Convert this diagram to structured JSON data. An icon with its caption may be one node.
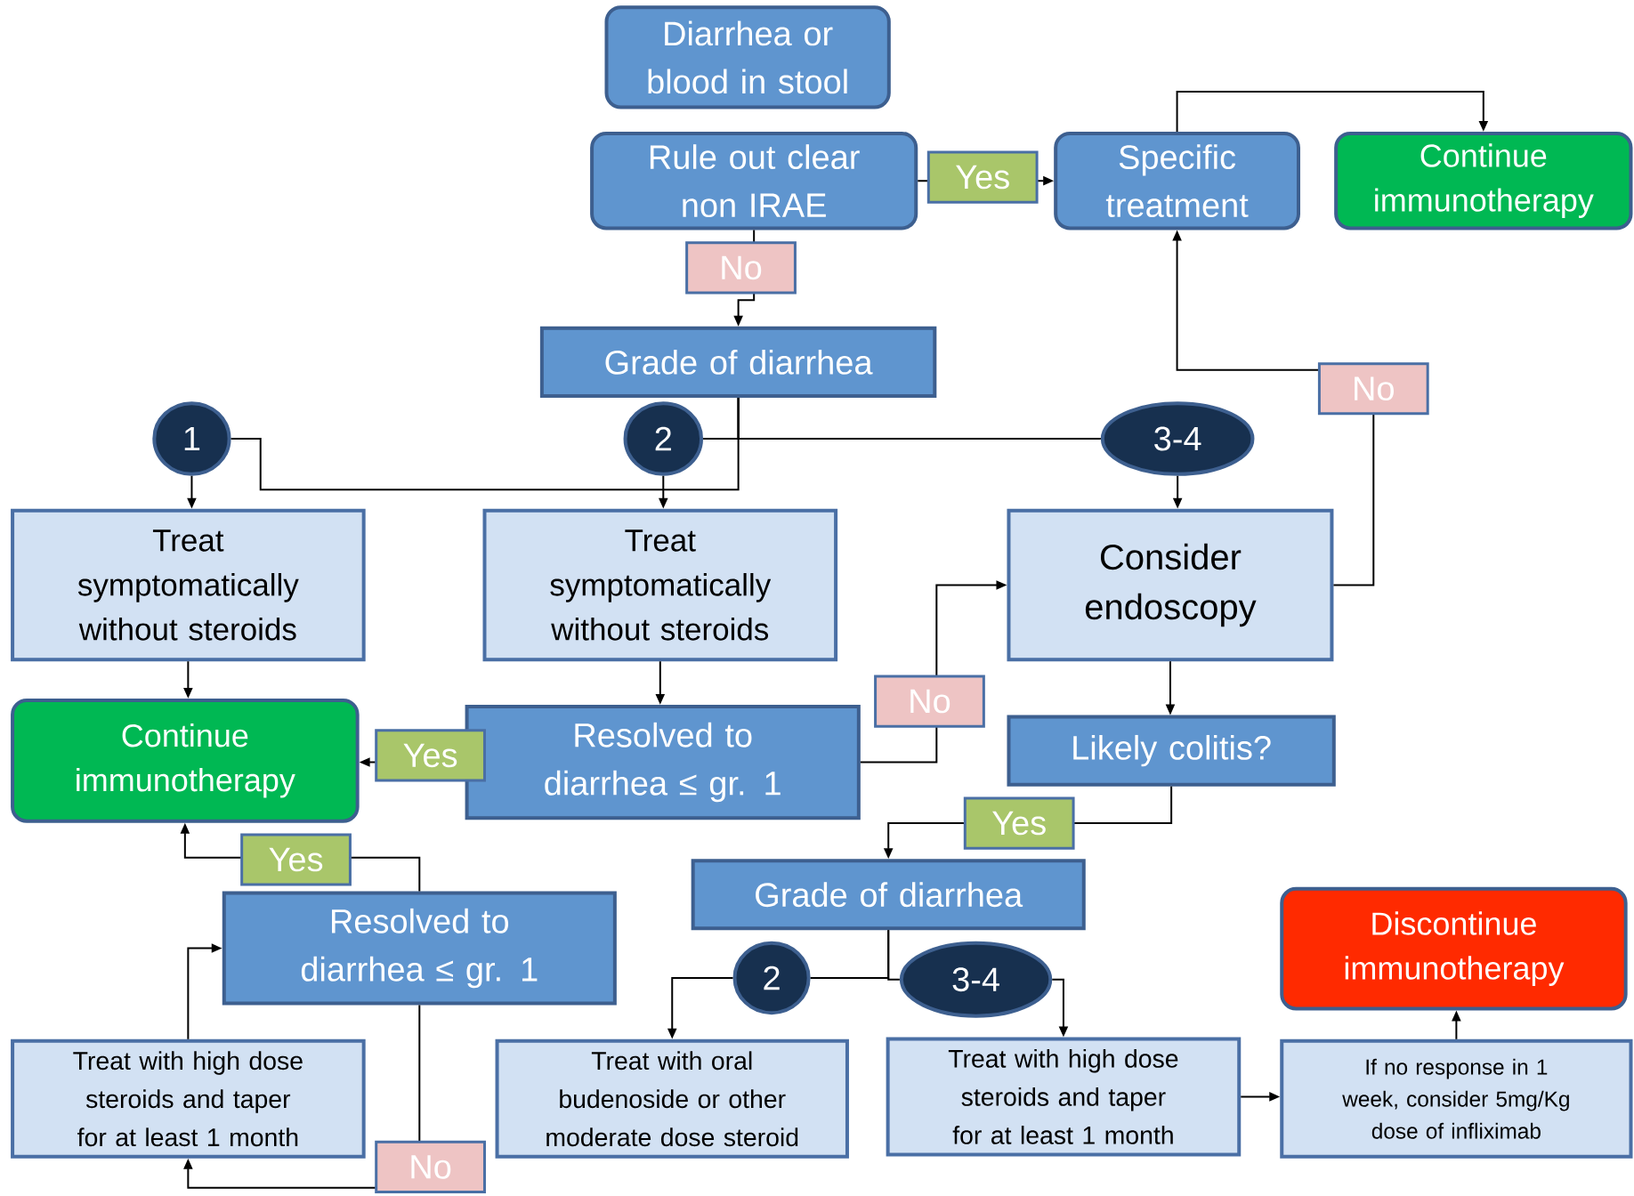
{
  "diagram": {
    "nodes": [
      {
        "text": [
          "Diarrhea or blood in stool"
        ]
      },
      {
        "text": [
          "Rule out clear non IRAE"
        ]
      },
      {
        "text": [
          "Specific treatment"
        ]
      },
      {
        "text": [
          "Continue immunotherapy"
        ]
      },
      {
        "text": [
          "Grade of diarrhea"
        ]
      },
      {
        "text": [
          "1"
        ]
      },
      {
        "text": [
          "2"
        ]
      },
      {
        "text": [
          "3-4"
        ]
      },
      {
        "text": [
          "Treat symptomatically without steroids"
        ]
      },
      {
        "text": [
          "Treat symptomatically without steroids"
        ]
      },
      {
        "text": [
          "Consider endoscopy"
        ]
      },
      {
        "text": [
          "Continue immunotherapy"
        ]
      },
      {
        "text": [
          "Resolved to diarrhea ≤ gr. 1"
        ]
      },
      {
        "text": [
          "Likely colitis?"
        ]
      },
      {
        "text": [
          "Resolved to diarrhea ≤ gr. 1"
        ]
      },
      {
        "text": [
          "Grade of diarrhea"
        ]
      },
      {
        "text": [
          "2"
        ]
      },
      {
        "text": [
          "3-4"
        ]
      },
      {
        "text": [
          "Treat with high dose steroids and taper for at least 1 month"
        ]
      },
      {
        "text": [
          "Treat with oral budenoside or other moderate dose steroid"
        ]
      },
      {
        "text": [
          "Treat with high dose steroids and taper for at least 1 month"
        ]
      },
      {
        "text": [
          "Discontinue immunotherapy"
        ]
      },
      {
        "text": [
          "If no response in 1 week, consider 5mg/Kg dose of infliximab"
        ]
      }
    ],
    "edges": [
      {
        "from": 1,
        "to": 2,
        "arrow": "to",
        "label": "Yes"
      },
      {
        "from": 2,
        "to": 3,
        "arrow": "to"
      },
      {
        "from": 1,
        "to": 4,
        "arrow": "to",
        "label": "No"
      },
      {
        "from": 4,
        "to": 5,
        "arrow": "none"
      },
      {
        "from": 4,
        "to": 6,
        "arrow": "none"
      },
      {
        "from": 4,
        "to": 7,
        "arrow": "none"
      },
      {
        "from": 5,
        "to": 8,
        "arrow": "to"
      },
      {
        "from": 6,
        "to": 9,
        "arrow": "to"
      },
      {
        "from": 7,
        "to": 10,
        "arrow": "to"
      },
      {
        "from": 8,
        "to": 11,
        "arrow": "to"
      },
      {
        "from": 9,
        "to": 12,
        "arrow": "to"
      },
      {
        "from": 12,
        "to": 11,
        "arrow": "to",
        "label": "Yes"
      },
      {
        "from": 12,
        "to": 10,
        "arrow": "to",
        "label": "No"
      },
      {
        "from": 10,
        "to": 2,
        "arrow": "to",
        "label": "No"
      },
      {
        "from": 10,
        "to": 13,
        "arrow": "to"
      },
      {
        "from": 13,
        "to": 15,
        "arrow": "to",
        "label": "Yes"
      },
      {
        "from": 15,
        "to": 16,
        "arrow": "none"
      },
      {
        "from": 15,
        "to": 17,
        "arrow": "none"
      },
      {
        "from": 16,
        "to": 19,
        "arrow": "to"
      },
      {
        "from": 17,
        "to": 20,
        "arrow": "to"
      },
      {
        "from": 20,
        "to": 22,
        "arrow": "to"
      },
      {
        "from": 22,
        "to": 21,
        "arrow": "to"
      },
      {
        "from": 18,
        "to": 14,
        "arrow": "to"
      },
      {
        "from": 14,
        "to": 11,
        "arrow": "to",
        "label": "Yes"
      },
      {
        "from": 14,
        "to": 18,
        "arrow": "to",
        "label": "No"
      }
    ]
  }
}
